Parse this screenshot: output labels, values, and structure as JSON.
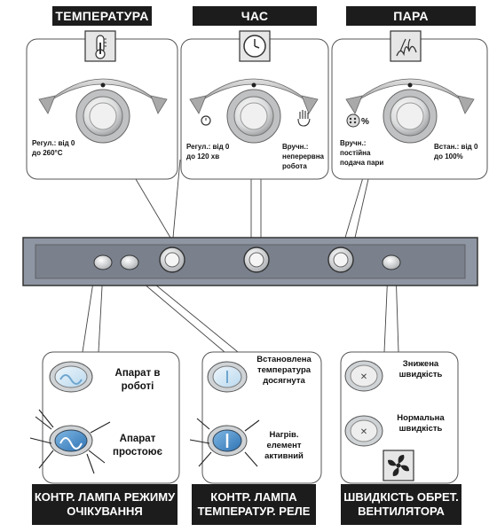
{
  "headers": {
    "temperature": "ТЕМПЕРАТУРА",
    "time": "ЧАС",
    "steam": "ПАРА"
  },
  "temperature_dial": {
    "range_label_line1": "Регул.: від 0",
    "range_label_line2": "до 260°C"
  },
  "time_dial": {
    "range_label_line1": "Регул.: від 0",
    "range_label_line2": "до 120 хв",
    "manual_label_line1": "Вручн.:",
    "manual_label_line2": "неперервна",
    "manual_label_line3": "робота"
  },
  "steam_dial": {
    "manual_label_line1": "Вручн.:",
    "manual_label_line2": "постійна",
    "manual_label_line3": "подача пари",
    "range_label_line1": "Встан.: від 0",
    "range_label_line2": "до 100%"
  },
  "standby_lamp": {
    "state_on_line1": "Апарат в",
    "state_on_line2": "роботі",
    "state_idle_line1": "Апарат",
    "state_idle_line2": "простоює"
  },
  "thermostat_lamp": {
    "state_reached_line1": "Встановлена",
    "state_reached_line2": "температура",
    "state_reached_line3": "досягнута",
    "state_heating_line1": "Нагрів.",
    "state_heating_line2": "елемент",
    "state_heating_line3": "активний"
  },
  "fan_speed": {
    "low_line1": "Знижена",
    "low_line2": "швидкість",
    "normal_line1": "Нормальна",
    "normal_line2": "швидкість",
    "icons": [
      "fan-low-speed-icon",
      "fan-normal-speed-icon",
      "fan-icon"
    ]
  },
  "footers": {
    "standby_lamp_line1": "КОНТР. ЛАМПА РЕЖИМУ",
    "standby_lamp_line2": "ОЧІКУВАННЯ",
    "thermostat_lamp_line1": "КОНТР. ЛАМПА",
    "thermostat_lamp_line2": "ТЕМПЕРАТУР. РЕЛЕ",
    "fan_speed_line1": "ШВИДКІСТЬ ОБРЕТ.",
    "fan_speed_line2": "ВЕНТИЛЯТОРА"
  },
  "colors": {
    "panel": "#8f96a3",
    "header_bg": "#1c1c1c",
    "lamp_blue": "#3f86c4",
    "lamp_light_blue": "#cfe5f3"
  }
}
